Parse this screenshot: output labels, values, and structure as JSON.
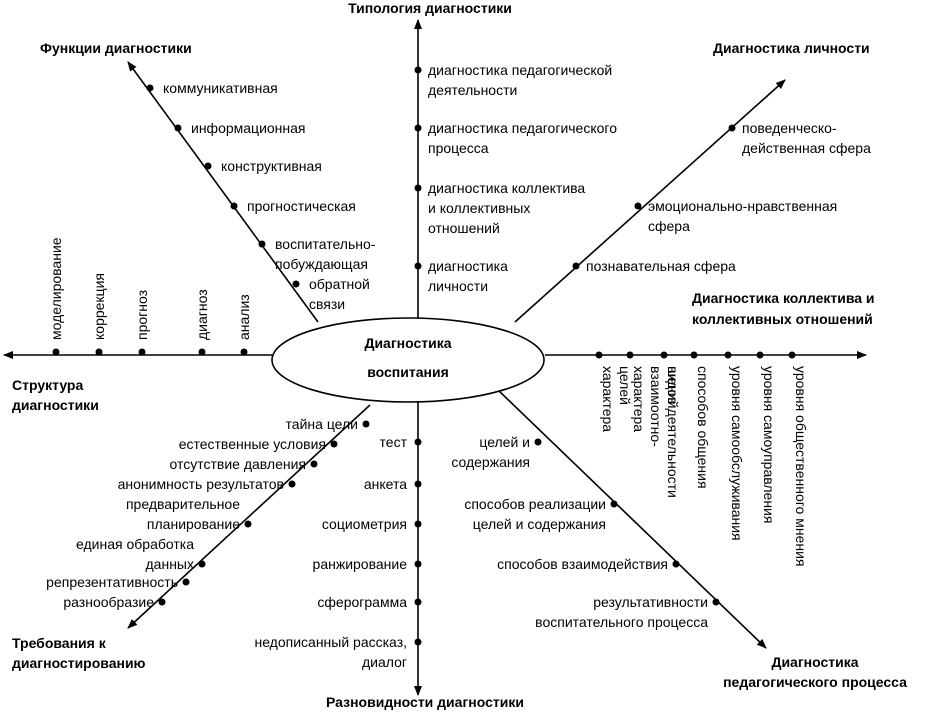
{
  "center": {
    "line1": "Диагностика",
    "line2": "воспитания"
  },
  "headings": {
    "top": "Типология диагностики",
    "top_left": "Функции диагностики",
    "top_right": "Диагностика личности",
    "right": [
      "Диагностика коллектива и",
      "коллективных отношений"
    ],
    "left": [
      "Структура",
      "диагностики"
    ],
    "bottom_left": [
      "Требования к",
      "диагностированию"
    ],
    "bottom": "Разновидности диагностики",
    "bottom_right": [
      "Диагностика",
      "педагогического процесса"
    ]
  },
  "typology": [
    [
      "диагностика педагогической",
      "деятельности"
    ],
    [
      "диагностика педагогического",
      "процесса"
    ],
    [
      "диагностика коллектива",
      "и коллективных",
      "отношений"
    ],
    [
      "диагностика",
      "личности"
    ]
  ],
  "functions": [
    [
      "коммуникативная"
    ],
    [
      "информационная"
    ],
    [
      "конструктивная"
    ],
    [
      "прогностическая"
    ],
    [
      "воспитательно-",
      "побуждающая"
    ],
    [
      "обратной",
      "связи"
    ]
  ],
  "personality": [
    [
      "поведенческо-",
      "действенная сфера"
    ],
    [
      "эмоционально-нравственная",
      "сфера"
    ],
    [
      "познавательная сфера"
    ]
  ],
  "structure": [
    "моделирование",
    "коррекция",
    "прогноз",
    "диагноз",
    "анализ"
  ],
  "collective": [
    [
      "характера",
      "целей"
    ],
    [
      "характера",
      "взаимоотно-",
      "шений"
    ],
    [
      "видов деятельности"
    ],
    [
      "способов общения"
    ],
    [
      "уровня самообслуживания"
    ],
    [
      "уровня самоуправления"
    ],
    [
      "уровня общественного мнения"
    ]
  ],
  "requirements": [
    [
      "тайна цели"
    ],
    [
      "естественные условия"
    ],
    [
      "отсутствие давления"
    ],
    [
      "анонимность результатов"
    ],
    [
      "предварительное",
      "планирование"
    ],
    [
      "единая обработка",
      "данных"
    ],
    [
      "репрезентативность"
    ],
    [
      "разнообразие"
    ]
  ],
  "kinds": [
    [
      "тест"
    ],
    [
      "анкета"
    ],
    [
      "социометрия"
    ],
    [
      "ранжирование"
    ],
    [
      "сферограмма"
    ],
    [
      "недописанный рассказ,",
      "диалог"
    ]
  ],
  "pedprocess": [
    [
      "целей и",
      "содержания"
    ],
    [
      "способов реализации",
      "целей и содержания"
    ],
    [
      "способов взаимодействия"
    ],
    [
      "результативности",
      "воспитательного процесса"
    ]
  ]
}
